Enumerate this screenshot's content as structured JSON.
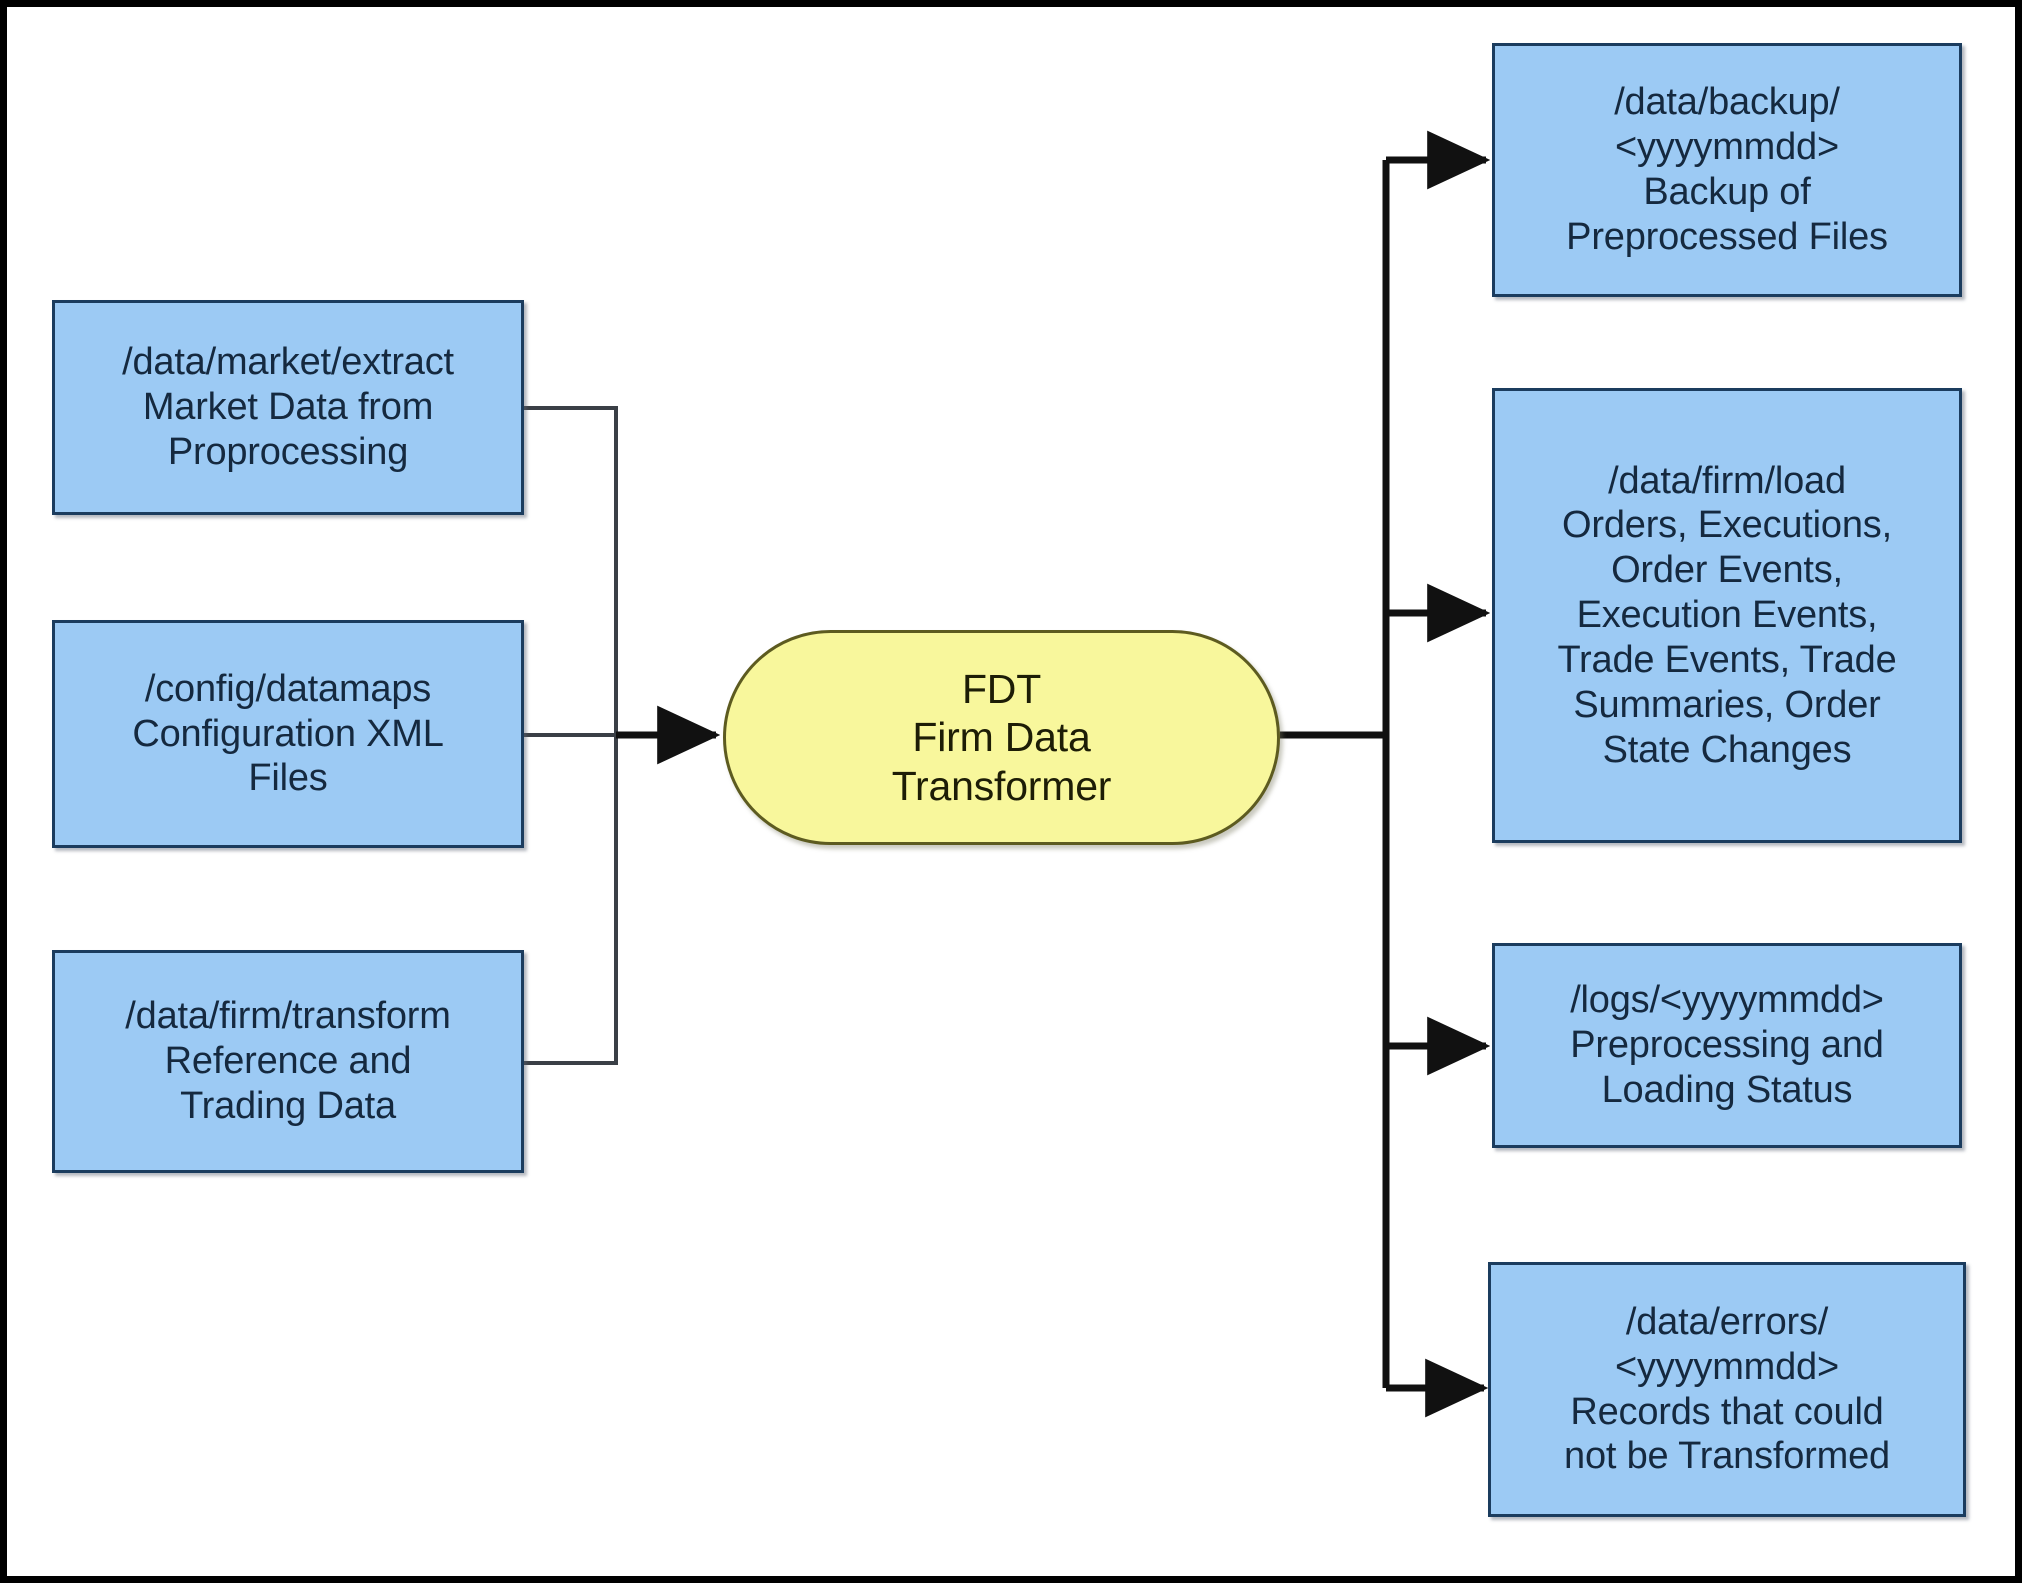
{
  "diagram": {
    "type": "data-flow-diagram",
    "title": "FDT Firm Data Transformer data flow",
    "colors": {
      "input_output_fill": "#9CCAF4",
      "input_output_border": "#1B3C5E",
      "process_fill": "#F8F79C",
      "process_border": "#5D5B20",
      "connector": "#1A1A1A",
      "frame": "#000000",
      "background": "#FFFFFF",
      "text": "#15293F"
    },
    "inputs": [
      {
        "id": "in-market",
        "name": "market-extract-input",
        "path": "/data/market/extract",
        "description_lines": [
          "Market Data from",
          "Proprocessing"
        ]
      },
      {
        "id": "in-config",
        "name": "config-datamaps-input",
        "path": "/config/datamaps",
        "description_lines": [
          "Configuration XML",
          "Files"
        ]
      },
      {
        "id": "in-transform",
        "name": "firm-transform-input",
        "path": "/data/firm/transform",
        "description_lines": [
          "Reference and",
          "Trading Data"
        ]
      }
    ],
    "process": {
      "id": "proc-fdt",
      "name": "fdt-process",
      "lines": [
        "FDT",
        "Firm Data",
        "Transformer"
      ]
    },
    "outputs": [
      {
        "id": "out-backup",
        "name": "backup-output",
        "path": "/data/backup/",
        "date_token": "<yyyymmdd>",
        "description_lines": [
          "Backup of",
          "Preprocessed Files"
        ]
      },
      {
        "id": "out-load",
        "name": "firm-load-output",
        "path": "/data/firm/load",
        "description_lines": [
          "Orders, Executions,",
          "Order Events,",
          "Execution Events,",
          "Trade Events, Trade",
          "Summaries, Order",
          "State Changes"
        ]
      },
      {
        "id": "out-logs",
        "name": "logs-output",
        "path": "/logs/<yyyymmdd>",
        "description_lines": [
          "Preprocessing and",
          "Loading Status"
        ]
      },
      {
        "id": "out-errors",
        "name": "errors-output",
        "path": "/data/errors/",
        "date_token": "<yyyymmdd>",
        "description_lines": [
          "Records that could",
          "not be Transformed"
        ]
      }
    ],
    "connectors": {
      "input_bus_label": "inputs-merge-into-fdt",
      "output_bus_label": "fdt-fans-out-to-outputs",
      "arrow_count": 6
    }
  }
}
